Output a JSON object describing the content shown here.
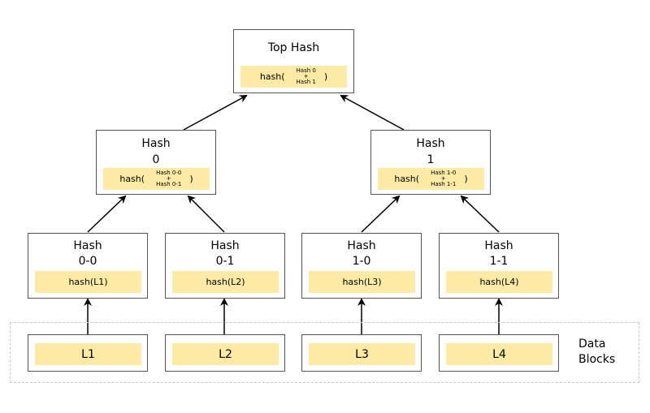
{
  "top": {
    "title": "Top Hash",
    "fn": "hash(",
    "a": "Hash 0",
    "plus": "+",
    "b": "Hash 1",
    "close": ")"
  },
  "h0": {
    "title1": "Hash",
    "title2": "0",
    "fn": "hash(",
    "a": "Hash 0-0",
    "plus": "+",
    "b": "Hash 0-1",
    "close": ")"
  },
  "h1": {
    "title1": "Hash",
    "title2": "1",
    "fn": "hash(",
    "a": "Hash 1-0",
    "plus": "+",
    "b": "Hash 1-1",
    "close": ")"
  },
  "h00": {
    "title1": "Hash",
    "title2": "0-0",
    "fn": "hash(L1)"
  },
  "h01": {
    "title1": "Hash",
    "title2": "0-1",
    "fn": "hash(L2)"
  },
  "h10": {
    "title1": "Hash",
    "title2": "1-0",
    "fn": "hash(L3)"
  },
  "h11": {
    "title1": "Hash",
    "title2": "1-1",
    "fn": "hash(L4)"
  },
  "leaves": {
    "l1": "L1",
    "l2": "L2",
    "l3": "L3",
    "l4": "L4"
  },
  "data_blocks": {
    "line1": "Data",
    "line2": "Blocks"
  },
  "colors": {
    "highlight": "#fdeaa4",
    "border": "#555555",
    "dashed": "#c8c8c8"
  }
}
